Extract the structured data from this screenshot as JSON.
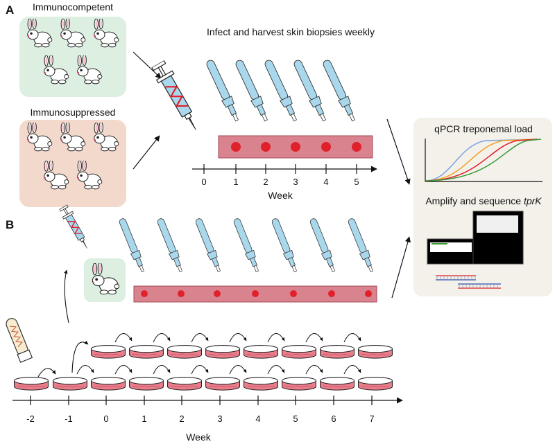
{
  "panel_a": {
    "letter": "A",
    "group_immunocompetent": "Immunocompetent",
    "group_immunosuppressed": "Immunosuppressed",
    "heading": "Infect and harvest skin biopsies weekly",
    "timeline_ticks": [
      "0",
      "1",
      "2",
      "3",
      "4",
      "5"
    ],
    "axis_label": "Week"
  },
  "panel_b": {
    "letter": "B",
    "timeline_ticks": [
      "-2",
      "-1",
      "0",
      "1",
      "2",
      "3",
      "4",
      "5",
      "6",
      "7"
    ],
    "axis_label": "Week"
  },
  "results": {
    "qpcr_title": "qPCR treponemal load",
    "sequence_title_prefix": "Amplify and sequence ",
    "sequence_title_gene": "tprK"
  },
  "colors": {
    "immunocompetent_bg": "#dcefe0",
    "immunosuppressed_bg": "#f2d9cc",
    "biopsy_tool": "#a9d8ec",
    "biopsy_strip": "#d9838f",
    "biopsy_dot": "#e0202a",
    "results_bg": "#f3f1ea",
    "curve_blue": "#7aa3e0",
    "curve_orange": "#f2a21e",
    "curve_red": "#e0202a",
    "curve_green": "#3a9a3a"
  },
  "icons": {
    "rabbit": "rabbit-icon",
    "syringe": "syringe-icon",
    "biopsy_punch": "biopsy-punch-icon",
    "culture_dish": "culture-dish-icon",
    "culture_tube": "culture-tube-icon",
    "transfer_arrow": "curved-arrow-icon"
  }
}
